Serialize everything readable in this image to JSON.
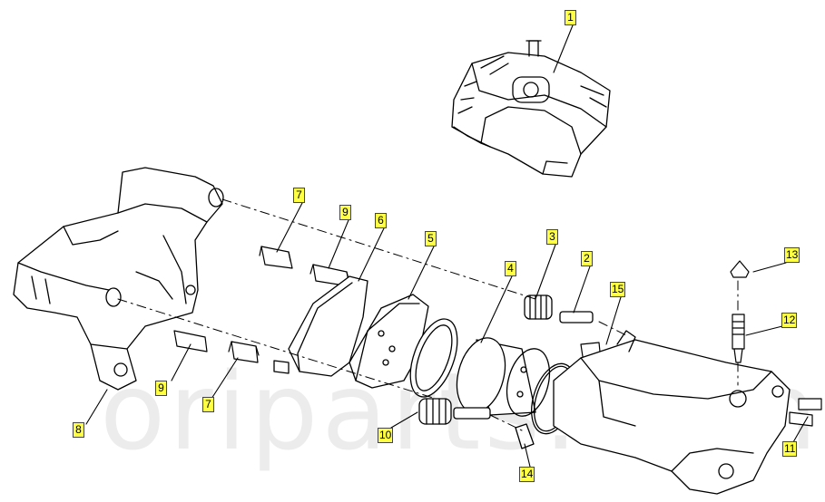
{
  "diagram": {
    "watermark_text": "oriparts.com",
    "callouts": [
      {
        "id": "c1",
        "label": "1"
      },
      {
        "id": "c7a",
        "label": "7"
      },
      {
        "id": "c9a",
        "label": "9"
      },
      {
        "id": "c6",
        "label": "6"
      },
      {
        "id": "c5",
        "label": "5"
      },
      {
        "id": "c3",
        "label": "3"
      },
      {
        "id": "c2",
        "label": "2"
      },
      {
        "id": "c4",
        "label": "4"
      },
      {
        "id": "c15",
        "label": "15"
      },
      {
        "id": "c13",
        "label": "13"
      },
      {
        "id": "c12",
        "label": "12"
      },
      {
        "id": "c9b",
        "label": "9"
      },
      {
        "id": "c7b",
        "label": "7"
      },
      {
        "id": "c8",
        "label": "8"
      },
      {
        "id": "c10",
        "label": "10"
      },
      {
        "id": "c14",
        "label": "14"
      },
      {
        "id": "c11",
        "label": "11"
      }
    ]
  }
}
